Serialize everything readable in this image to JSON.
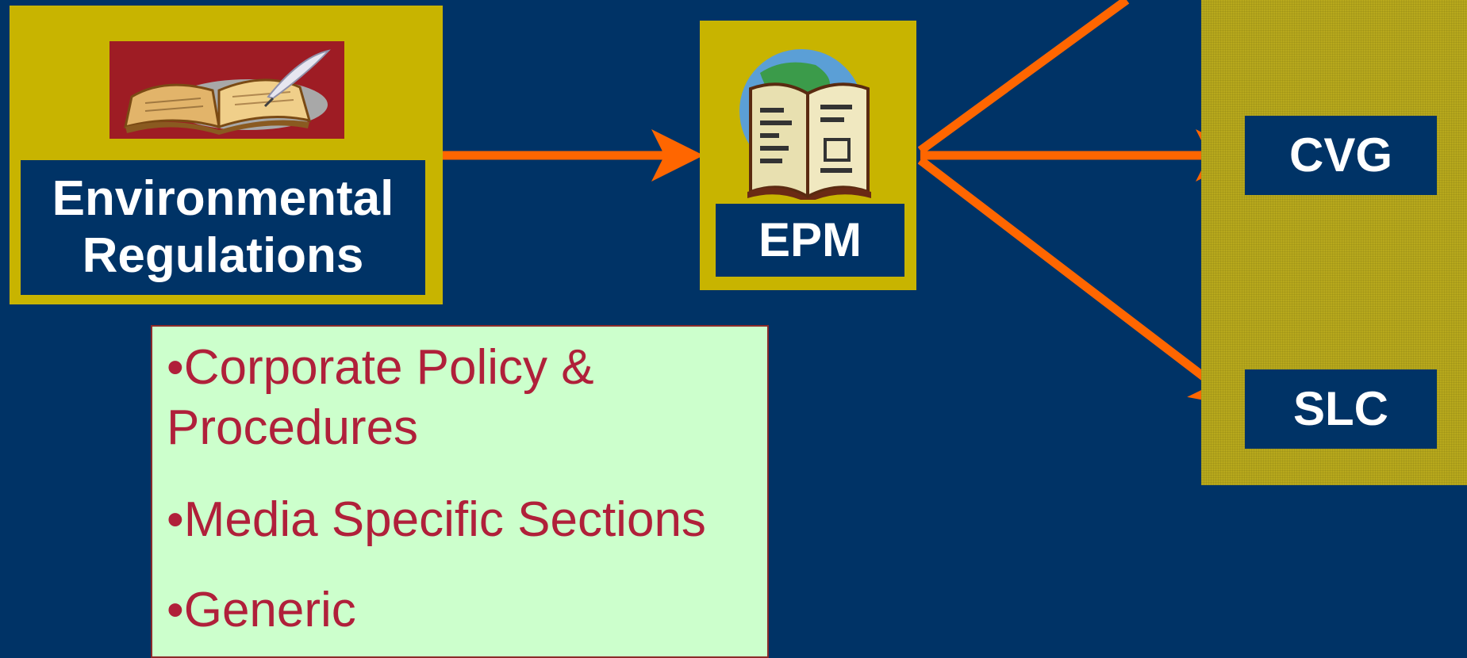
{
  "nodes": {
    "regulations": {
      "line1": "Environmental",
      "line2": "Regulations",
      "image": "open-book-quill-icon"
    },
    "epm": {
      "label": "EPM",
      "image": "globe-book-icon"
    },
    "targets": [
      {
        "label": "CVG"
      },
      {
        "label": "SLC"
      }
    ]
  },
  "bullets": [
    {
      "mark": "•",
      "line1": "Corporate Policy &",
      "line2": "Procedures"
    },
    {
      "mark": "•",
      "line1": "Media Specific Sections"
    },
    {
      "mark": "•",
      "line1": "Generic"
    }
  ],
  "colors": {
    "background": "#003366",
    "box_gold": "#c8b400",
    "panel": "#b7a81c",
    "arrow": "#ff6600",
    "bullet_text": "#b0203a",
    "bullet_box": "#ccffcc"
  }
}
